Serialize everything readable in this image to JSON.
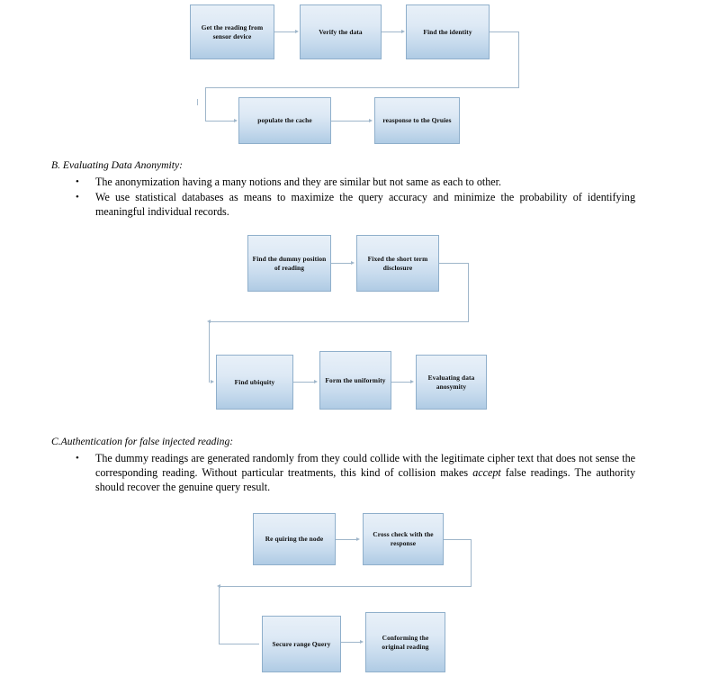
{
  "document": {
    "sections": [
      {
        "id": "section-a-flow",
        "flowchart": {
          "name": "query-processing-flow",
          "boxes": [
            {
              "id": "get-reading",
              "label": "Get the reading from sensor device"
            },
            {
              "id": "verify-data",
              "label": "Verify the data"
            },
            {
              "id": "find-identity",
              "label": "Find the identity"
            },
            {
              "id": "populate-cache",
              "label": "populate the cache"
            },
            {
              "id": "response-queries",
              "label": "reasponse to the Qruies"
            }
          ]
        }
      },
      {
        "id": "section-b",
        "heading": "B. Evaluating Data Anonymity:",
        "bullets": [
          "The anonymization having a many notions and they are similar but not same as each to other.",
          "We use statistical databases as means to maximize the query accuracy and minimize the probability of identifying meaningful individual records."
        ],
        "flowchart": {
          "name": "data-anonymity-flow",
          "boxes": [
            {
              "id": "find-dummy-position",
              "label": "Find the dummy position of reading"
            },
            {
              "id": "fixed-short-term",
              "label": "Fixed the short term disclosure"
            },
            {
              "id": "find-ubiquity",
              "label": "Find ubiquity"
            },
            {
              "id": "form-uniformity",
              "label": "Form the uniformity"
            },
            {
              "id": "evaluating-anonymity",
              "label": "Evaluating data anosymity"
            }
          ]
        }
      },
      {
        "id": "section-c",
        "heading": "C.Authentication for false injected reading:",
        "bullets": [
          {
            "parts": [
              {
                "text": "The dummy readings are generated randomly from they could collide with the legitimate cipher text that does not sense the corresponding reading. Without particular treatments, this kind of collision makes ",
                "style": "normal"
              },
              {
                "text": "accept",
                "style": "italic"
              },
              {
                "text": " false readings. The authority should recover the genuine query result.",
                "style": "normal"
              }
            ]
          }
        ],
        "flowchart": {
          "name": "false-reading-authentication-flow",
          "boxes": [
            {
              "id": "requiring-node",
              "label": "Re quiring the node"
            },
            {
              "id": "cross-check-response",
              "label": "Cross check with the response"
            },
            {
              "id": "secure-range-query",
              "label": "Secure range Query"
            },
            {
              "id": "conforming-original",
              "label": "Conforming the original reading"
            }
          ]
        }
      }
    ],
    "bullet_glyph": "•"
  },
  "colors": {
    "box_border": "#8FAFCB",
    "box_fill_top": "#E8F0F8",
    "box_fill_bottom": "#AFCBE4",
    "connector": "#9FB6CA",
    "text": "#000000"
  }
}
